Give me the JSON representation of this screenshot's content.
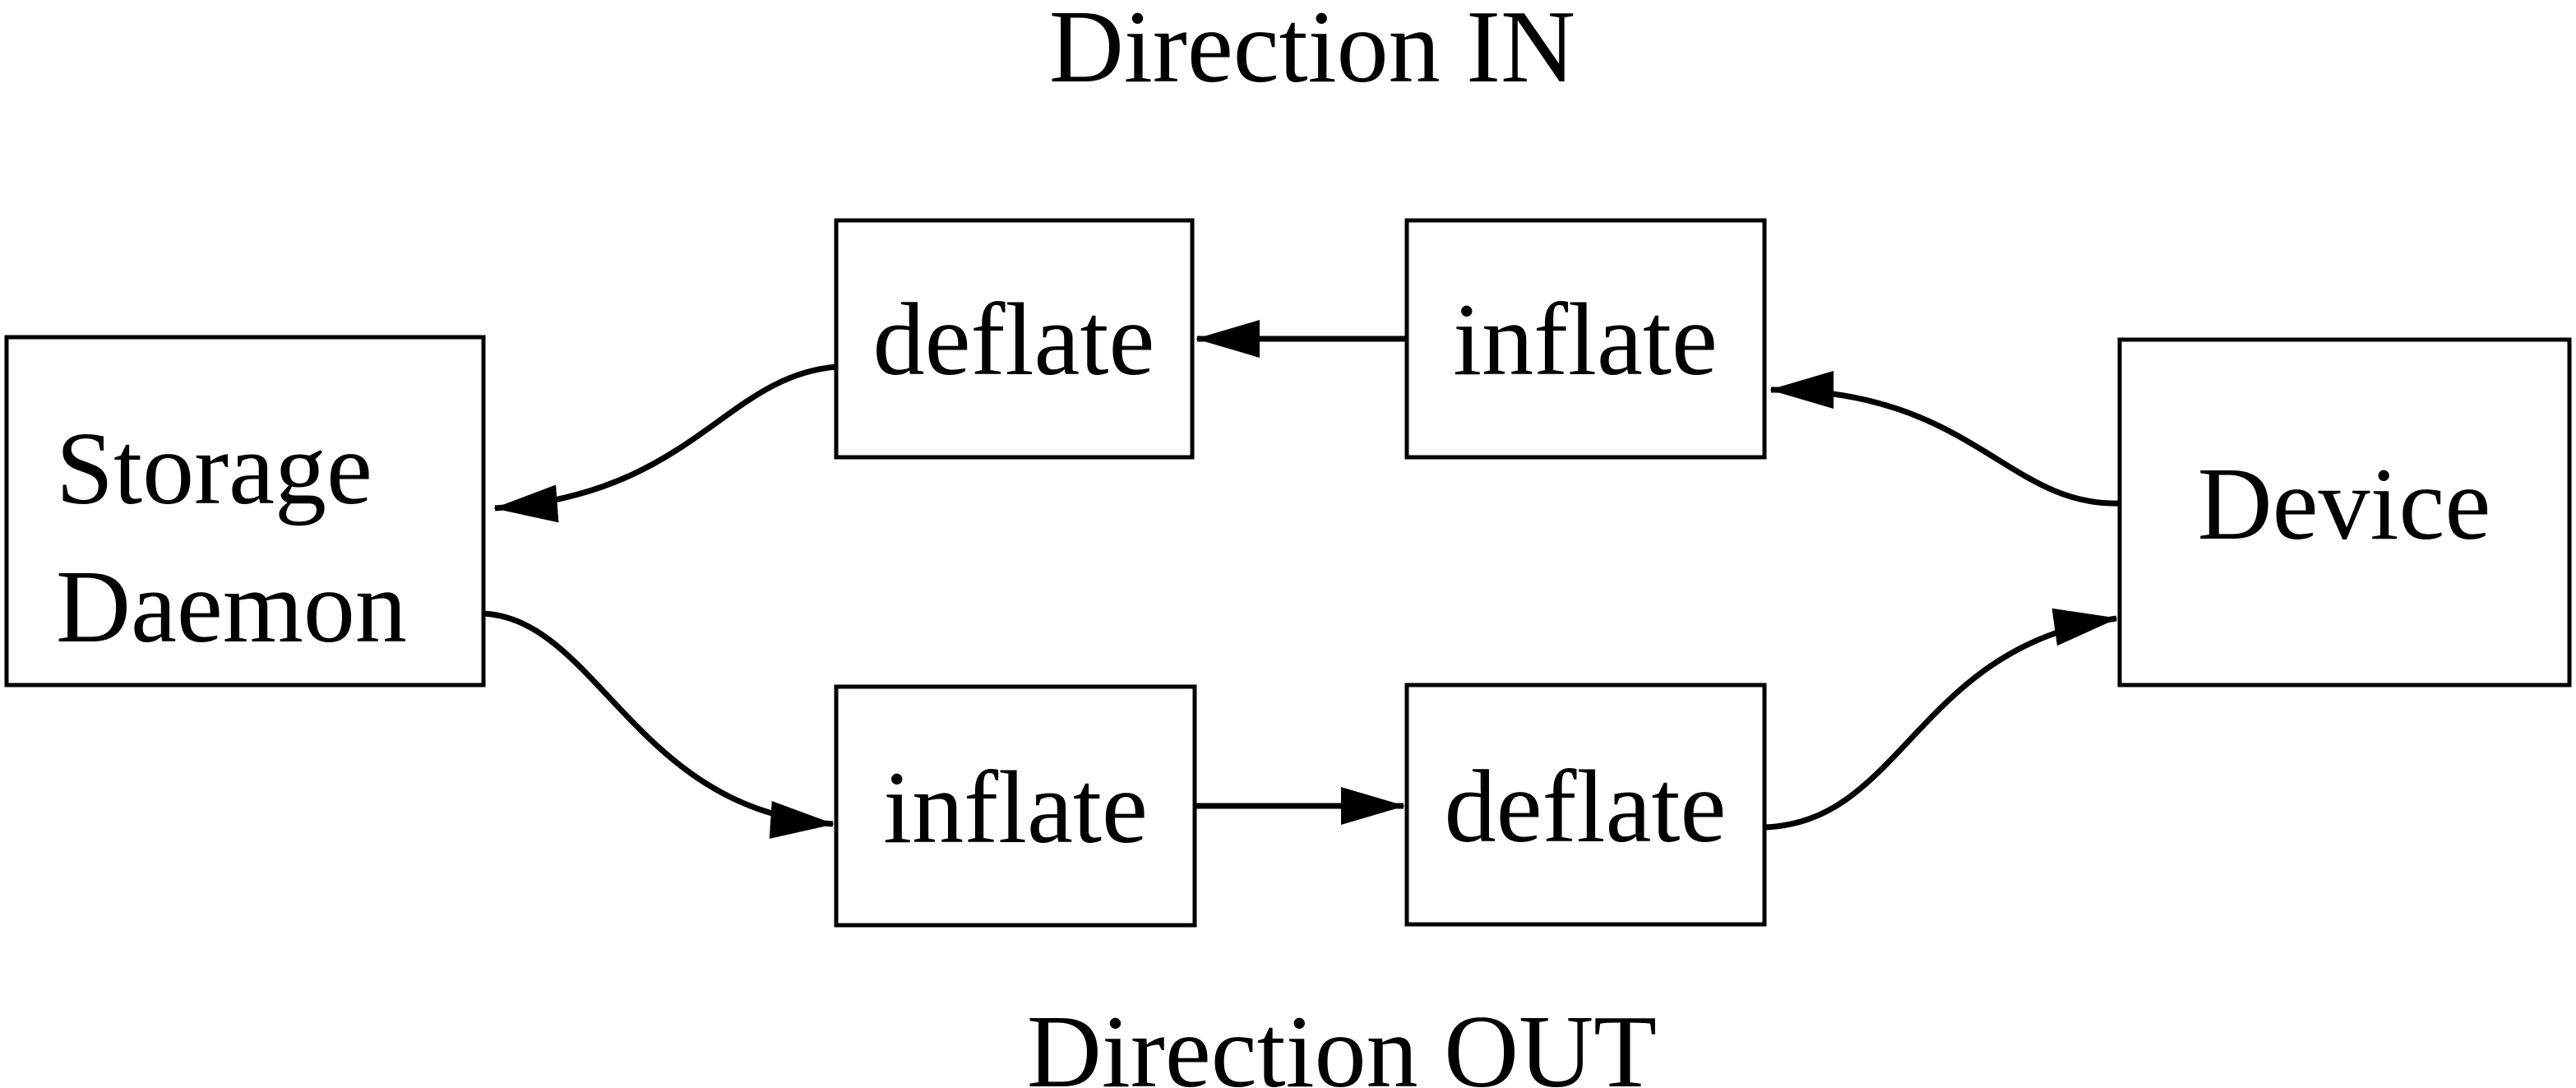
{
  "diagram": {
    "title_in": "Direction IN",
    "title_out": "Direction OUT",
    "nodes": {
      "storage_daemon": {
        "lines": [
          "Storage",
          "Daemon"
        ]
      },
      "deflate_in": {
        "label": "deflate"
      },
      "inflate_in": {
        "label": "inflate"
      },
      "inflate_out": {
        "label": "inflate"
      },
      "deflate_out": {
        "label": "deflate"
      },
      "device": {
        "label": "Device"
      }
    },
    "edges": [
      {
        "from": "device",
        "to": "inflate_in",
        "direction": "IN"
      },
      {
        "from": "inflate_in",
        "to": "deflate_in",
        "direction": "IN"
      },
      {
        "from": "deflate_in",
        "to": "storage_daemon",
        "direction": "IN"
      },
      {
        "from": "storage_daemon",
        "to": "inflate_out",
        "direction": "OUT"
      },
      {
        "from": "inflate_out",
        "to": "deflate_out",
        "direction": "OUT"
      },
      {
        "from": "deflate_out",
        "to": "device",
        "direction": "OUT"
      }
    ],
    "colors": {
      "ink": "#000000",
      "background": "#ffffff"
    }
  }
}
